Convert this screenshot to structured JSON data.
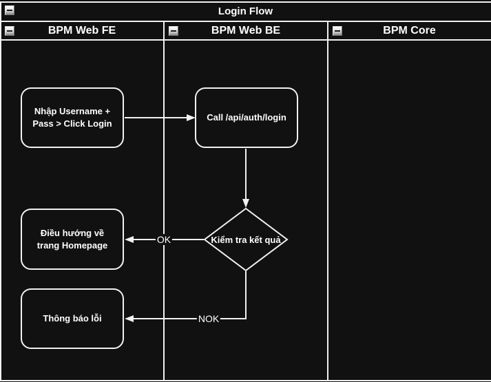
{
  "colors": {
    "canvas_background": "#111111",
    "stroke": "#f2f2f2",
    "text": "#ffffff"
  },
  "icons": {
    "collapse": "minus-collapse-icon"
  },
  "pool": {
    "title": "Login Flow"
  },
  "lanes": [
    {
      "label": "BPM Web FE"
    },
    {
      "label": "BPM Web BE"
    },
    {
      "label": "BPM Core"
    }
  ],
  "nodes": {
    "enter_credentials": {
      "label": "Nhập Username + Pass > Click Login"
    },
    "call_login_api": {
      "label": "Call /api/auth/login"
    },
    "check_result": {
      "label": "Kiểm tra kết quả"
    },
    "redirect_homepage": {
      "label": "Điều hướng về trang Homepage"
    },
    "show_error": {
      "label": "Thông báo lỗi"
    }
  },
  "edges": {
    "ok": {
      "label": "OK"
    },
    "nok": {
      "label": "NOK"
    }
  }
}
